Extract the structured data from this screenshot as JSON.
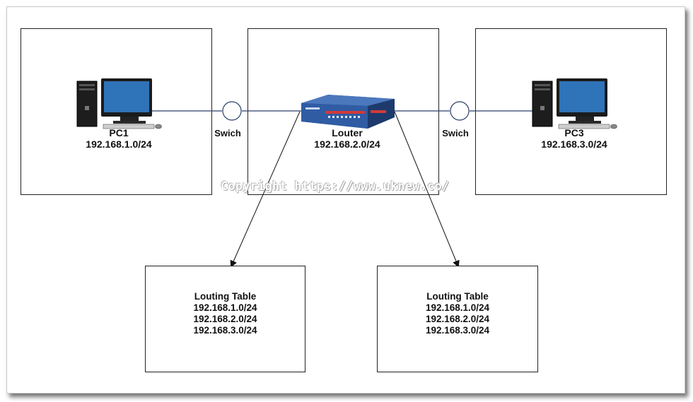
{
  "colors": {
    "box_border": "#222222",
    "monitor_screen": "#2f73b8",
    "router_body": "#2a4f8f",
    "router_stripe": "#d23a3a"
  },
  "nodes": {
    "pc1": {
      "name": "PC1",
      "network": "192.168.1.0/24",
      "icon": "desktop-computer-icon"
    },
    "pc3": {
      "name": "PC3",
      "network": "192.168.3.0/24",
      "icon": "desktop-computer-icon"
    },
    "router": {
      "name": "Louter",
      "network": "192.168.2.0/24",
      "icon": "router-icon"
    },
    "switch_left": {
      "name": "Swich",
      "icon": "switch-circle-icon"
    },
    "switch_right": {
      "name": "Swich",
      "icon": "switch-circle-icon"
    }
  },
  "routing_tables": [
    {
      "title": "Louting Table",
      "entries": [
        "192.168.1.0/24",
        "192.168.2.0/24",
        "192.168.3.0/24"
      ]
    },
    {
      "title": "Louting Table",
      "entries": [
        "192.168.1.0/24",
        "192.168.2.0/24",
        "192.168.3.0/24"
      ]
    }
  ],
  "watermark": "Copyright  https://www.uknew.co/"
}
